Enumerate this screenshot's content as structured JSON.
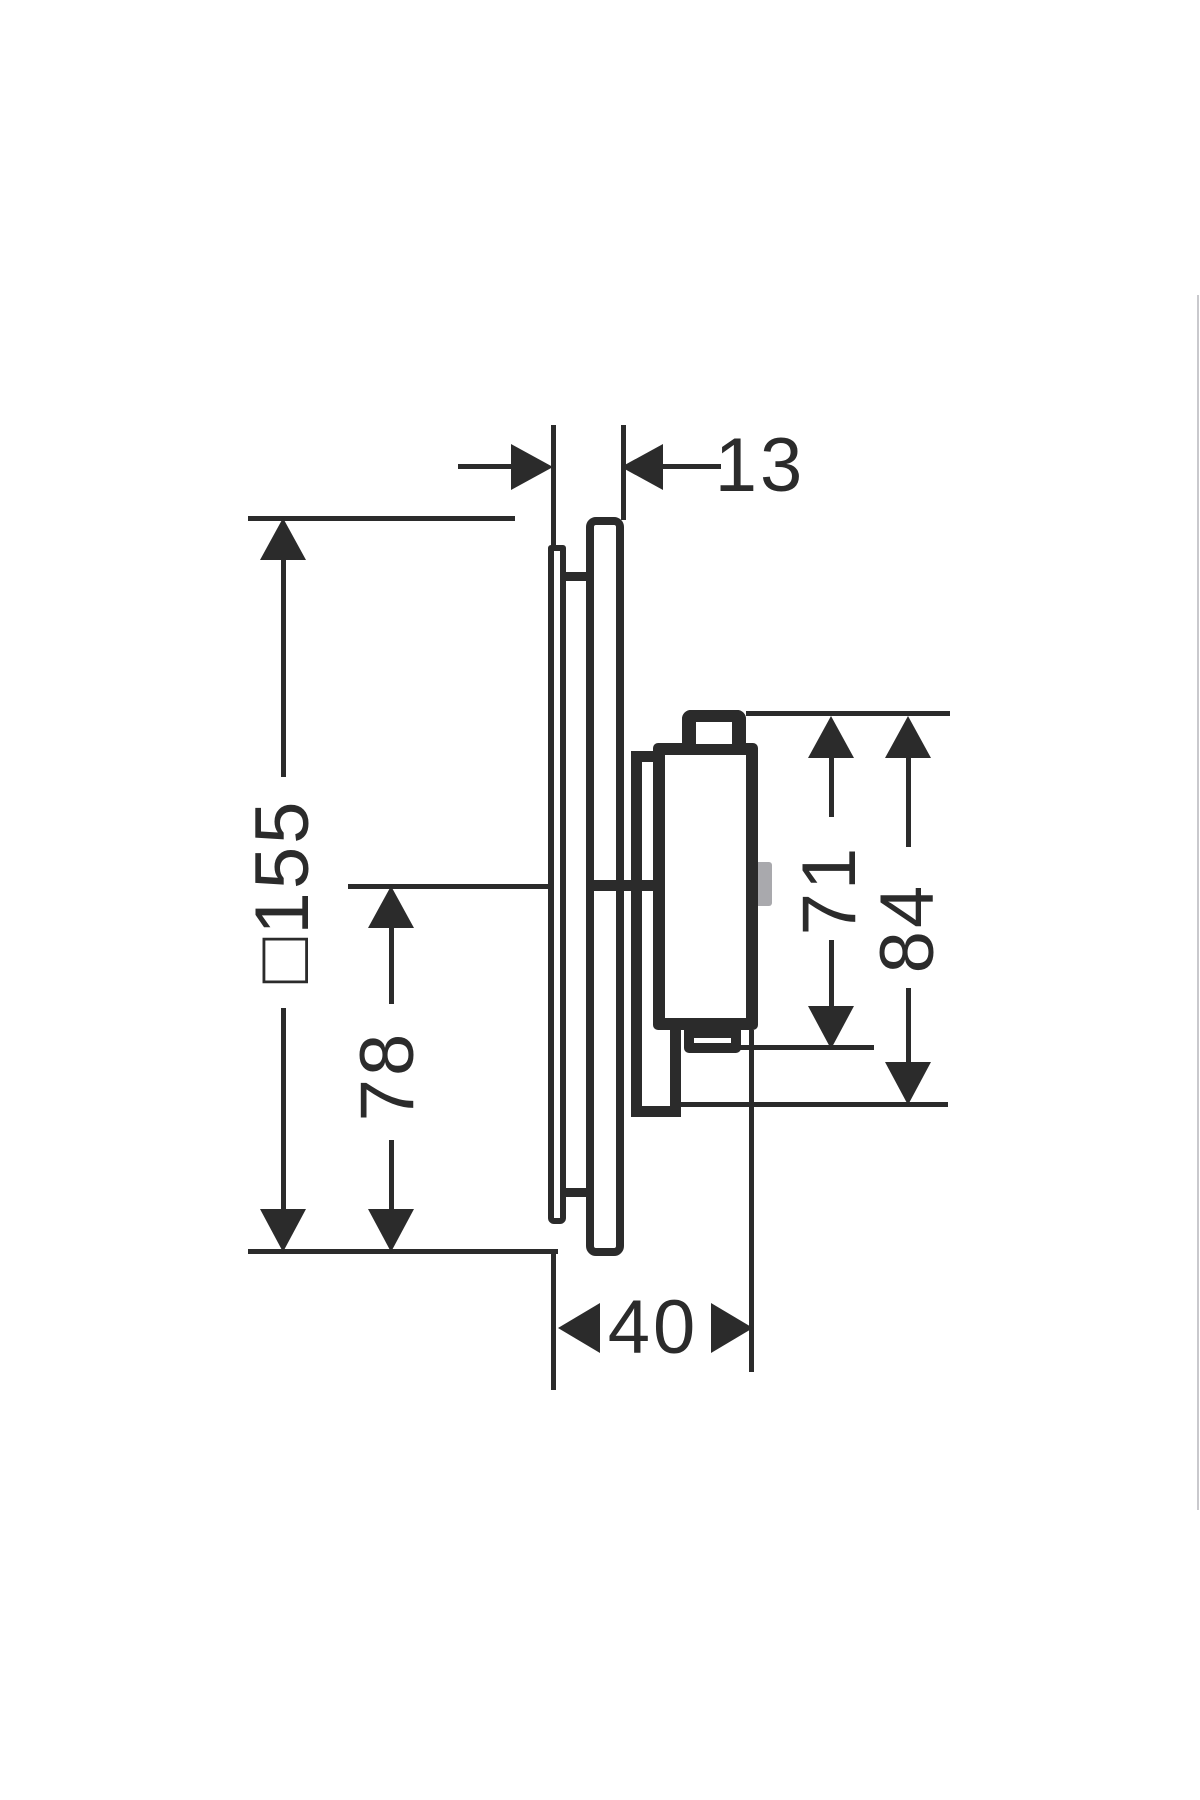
{
  "colors": {
    "ink": "#2b2b2b",
    "background": "#ffffff",
    "side_tab_gray": "#a9a9ad"
  },
  "dims": {
    "plate_depth": "13",
    "plate_square_size": "□155",
    "axis_to_bottom": "78",
    "body_upper_height": "71",
    "body_total_height": "84",
    "body_protrusion": "40"
  }
}
